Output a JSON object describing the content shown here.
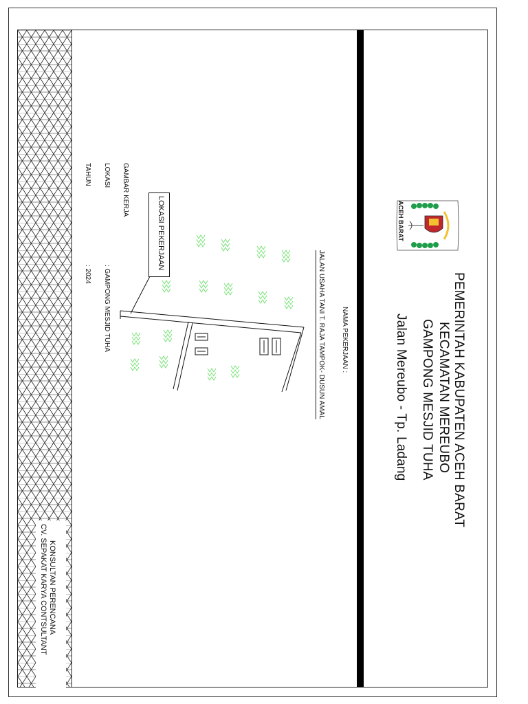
{
  "header": {
    "line1": "PEMERINTAH KABUPATEN ACEH BARAT",
    "line2": "KECAMATAN MEREUBO",
    "line3": "GAMPONG MESJID TUHA",
    "line4": "Jalan Mereubo - Tp. Ladang",
    "logo_caption": "ACEH BARAT"
  },
  "project": {
    "label": "NAMA PEKERJAAN :",
    "name": "JALAN USAHA TANI T. RAJA TAMPOK- DUSUN AMAL"
  },
  "map": {
    "location_label": "LOKASI PEKERJAAN"
  },
  "info": {
    "gambar_kerja_label": "GAMBAR KERJA",
    "lokasi_label": "LOKASI",
    "lokasi_value": ": GAMPONG MESJID TUHA",
    "tahun_label": "TAHUN",
    "tahun_value": ": 2024"
  },
  "consultant": {
    "title": "KONSULTAN PERENCANA",
    "name": "CV. SEPAKAT KARYA CONTSULTANT"
  },
  "colors": {
    "vegetation": "#6ee06e",
    "logo_red": "#c0282d",
    "logo_green": "#1e9e4a",
    "logo_yellow": "#f2c230",
    "border": "#111111"
  }
}
